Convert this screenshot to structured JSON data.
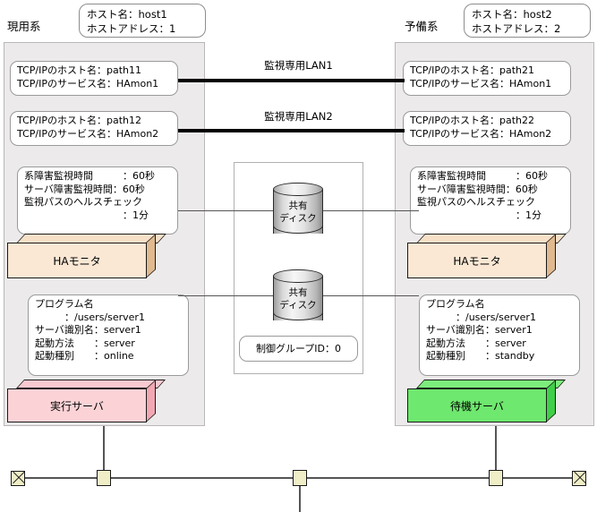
{
  "diagram": {
    "left_system": {
      "label": "現用系",
      "host_box": "ホスト名：host1\nホストアドレス：1",
      "path1_box": "TCP/IPのホスト名：path11\nTCP/IPのサービス名：HAmon1",
      "path2_box": "TCP/IPのホスト名：path12\nTCP/IPのサービス名：HAmon2",
      "monitor_params": "系障害監視時間　　　：60秒\nサーバ障害監視時間：60秒\n監視パスのヘルスチェック\n　　　　　　　　　　：1分",
      "ha_monitor_label": "HAモニタ",
      "program_params": "プログラム名\n　　　：/users/server1\nサーバ識別名：server1\n起動方法　　：server\n起動種別　　：online",
      "server_label": "実行サーバ",
      "server_color": "#fbd3d7",
      "ha_color": "#f7e0c8"
    },
    "right_system": {
      "label": "予備系",
      "host_box": "ホスト名：host2\nホストアドレス：2",
      "path1_box": "TCP/IPのホスト名：path21\nTCP/IPのサービス名：HAmon1",
      "path2_box": "TCP/IPのホスト名：path22\nTCP/IPのサービス名：HAmon2",
      "monitor_params": "系障害監視時間　　　：60秒\nサーバ障害監視時間：60秒\n監視パスのヘルスチェック\n　　　　　　　　　　：1分",
      "ha_monitor_label": "HAモニタ",
      "program_params": "プログラム名\n　　　：/users/server1\nサーバ識別名：server1\n起動方法　　：server\n起動種別　　：standby",
      "server_label": "待機サーバ",
      "server_color": "#6ee86e",
      "ha_color": "#f7e0c8"
    },
    "lan1_label": "監視専用LAN1",
    "lan2_label": "監視専用LAN2",
    "shared_disk_1": "共有\nディスク",
    "shared_disk_2": "共有\nディスク",
    "control_group": "制御グループID：0"
  }
}
